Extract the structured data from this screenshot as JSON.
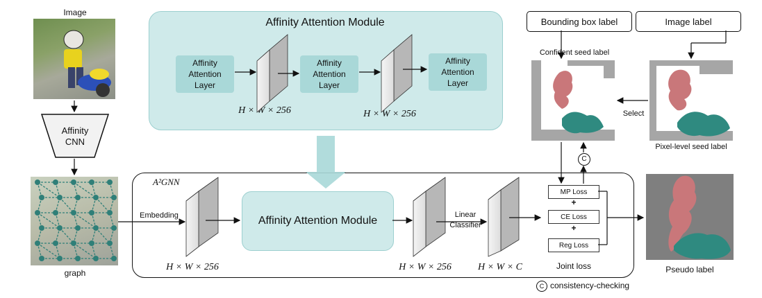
{
  "labels": {
    "image": "Image",
    "affinity_cnn": "Affinity\nCNN",
    "graph": "graph",
    "module_title": "Affinity Attention Module",
    "layer": "Affinity\nAttention\nLayer",
    "dim_256": "H × W × 256",
    "dim_c": "H × W × C",
    "a2gnn": "A²GNN",
    "embedding": "Embedding",
    "module_center": "Affinity Attention Module",
    "linear_classifier": "Linear\nClassifier",
    "mp_loss": "MP Loss",
    "ce_loss": "CE Loss",
    "reg_loss": "Reg Loss",
    "plus": "+",
    "joint_loss": "Joint loss",
    "bbox_label": "Bounding box label",
    "image_label": "Image label",
    "confident_seed": "Confident seed label",
    "pixel_seed": "Pixel-level seed label",
    "select": "Select",
    "consistency_symbol": "C",
    "consistency": "consistency-checking",
    "pseudo_label": "Pseudo label"
  },
  "colors": {
    "teal_panel": "#cfeaea",
    "teal_box": "#a9d8d8",
    "seed_bg": "#a6a6a6",
    "person_red": "#c9777a",
    "object_teal": "#2f8a80",
    "pseudo_bg": "#7f7f7f"
  }
}
